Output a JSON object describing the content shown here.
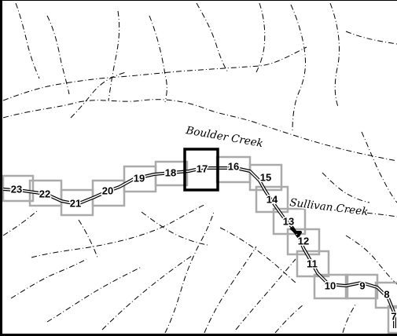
{
  "map": {
    "creeks": [
      {
        "id": "boulder",
        "label": "Boulder Creek"
      },
      {
        "id": "sullivan",
        "label": "Sullivan Creek"
      }
    ],
    "tiles": [
      {
        "id": "23",
        "label": "23"
      },
      {
        "id": "22",
        "label": "22"
      },
      {
        "id": "21",
        "label": "21"
      },
      {
        "id": "20",
        "label": "20"
      },
      {
        "id": "19",
        "label": "19"
      },
      {
        "id": "18",
        "label": "18"
      },
      {
        "id": "17",
        "label": "17",
        "selected": true
      },
      {
        "id": "16",
        "label": "16"
      },
      {
        "id": "15",
        "label": "15"
      },
      {
        "id": "14",
        "label": "14"
      },
      {
        "id": "13",
        "label": "13"
      },
      {
        "id": "12",
        "label": "12"
      },
      {
        "id": "11",
        "label": "11"
      },
      {
        "id": "10",
        "label": "10"
      },
      {
        "id": "9",
        "label": "9"
      },
      {
        "id": "8",
        "label": "8"
      },
      {
        "id": "7",
        "label": "7"
      }
    ],
    "colors": {
      "tile_border": "#aaaaaa",
      "selected_border": "#000000",
      "stream": "#000000",
      "background": "#ffffff"
    }
  }
}
